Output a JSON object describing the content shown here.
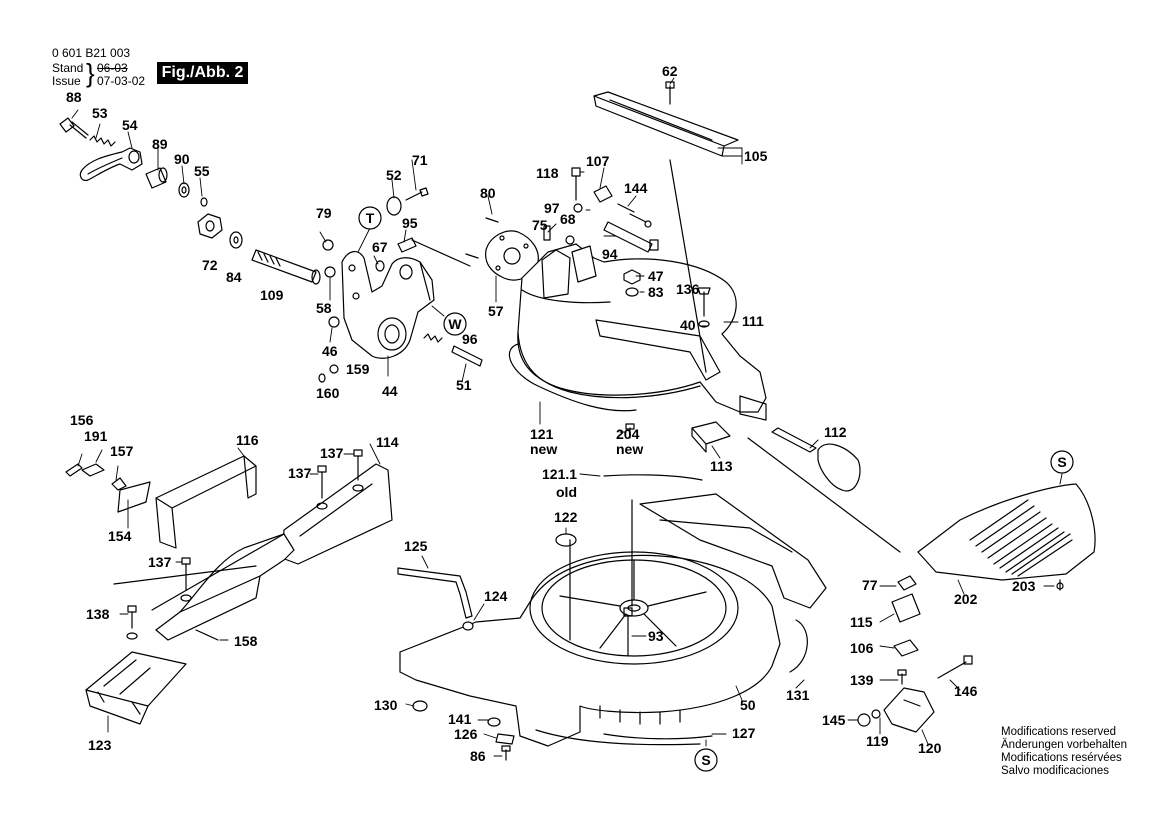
{
  "header": {
    "part_number": "0 601 B21 003",
    "stand_label": "Stand",
    "issue_label": "Issue",
    "stand_date": "06-03",
    "issue_date": "07-03-02",
    "figure_label": "Fig./Abb. 2"
  },
  "footer_notes": [
    "Modifications reserved",
    "Änderungen vorbehalten",
    "Modifications resérvées",
    "Salvo modificaciones"
  ],
  "part_labels": [
    "88",
    "53",
    "54",
    "89",
    "90",
    "55",
    "72",
    "84",
    "109",
    "79",
    "T",
    "52",
    "71",
    "95",
    "67",
    "58",
    "46",
    "159",
    "160",
    "44",
    "W",
    "96",
    "51",
    "80",
    "57",
    "118",
    "107",
    "144",
    "97",
    "68",
    "75",
    "94",
    "62",
    "105",
    "47",
    "83",
    "136",
    "40",
    "111",
    "121",
    "new",
    "204",
    "new",
    "113",
    "112",
    "121.1",
    "old",
    "122",
    "156",
    "191",
    "157",
    "154",
    "116",
    "137",
    "137",
    "114",
    "137",
    "138",
    "158",
    "123",
    "125",
    "124",
    "93",
    "130",
    "141",
    "126",
    "86",
    "127",
    "S",
    "50",
    "131",
    "S",
    "202",
    "203",
    "77",
    "115",
    "106",
    "139",
    "146",
    "145",
    "119",
    "120"
  ],
  "callout_markers": [
    "T",
    "W",
    "S",
    "S"
  ]
}
